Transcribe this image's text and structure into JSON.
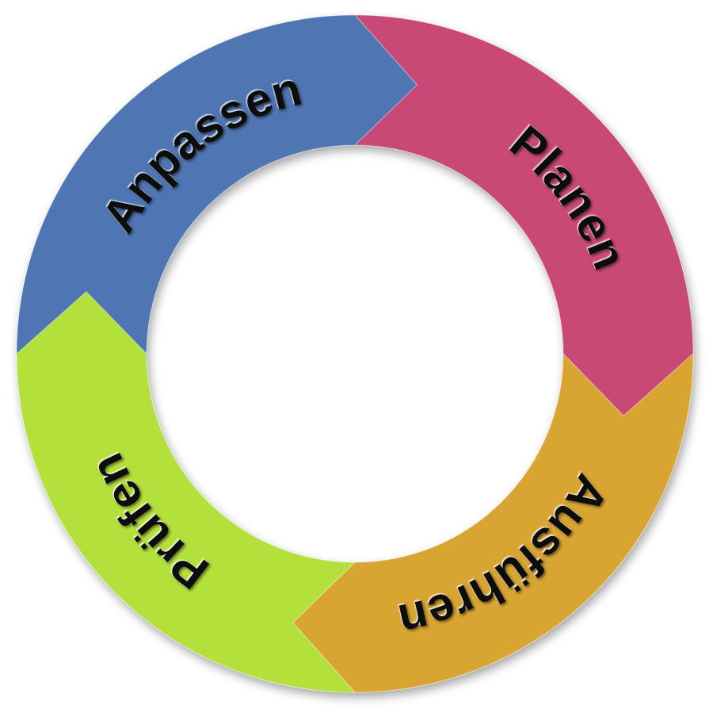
{
  "diagram": {
    "type": "cycle",
    "segments": [
      {
        "label": "Planen",
        "color": "#c94876"
      },
      {
        "label": "Ausführen",
        "color": "#d9a533"
      },
      {
        "label": "Prüfen",
        "color": "#b4e03a"
      },
      {
        "label": "Anpassen",
        "color": "#4f76b3"
      }
    ]
  }
}
